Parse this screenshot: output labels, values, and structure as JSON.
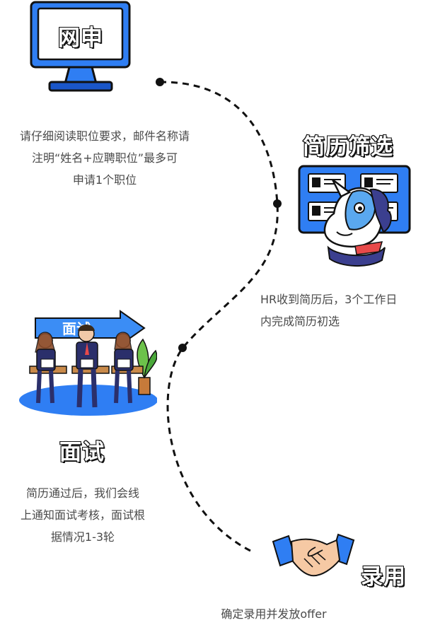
{
  "steps": [
    {
      "title": "网申",
      "desc_lines": [
        "请仔细阅读职位要求，邮件名称请",
        "注明“姓名+应聘职位”最多可",
        "申请1个职位"
      ],
      "icon": "monitor-icon"
    },
    {
      "title": "简历筛选",
      "desc_lines": [
        "HR收到简历后，3个工作日",
        "内完成简历初选"
      ],
      "icon": "resume-board-with-mascot-icon"
    },
    {
      "title": "面试",
      "sign_text": "面试",
      "desc_lines": [
        "简历通过后，我们会线",
        "上通知面试考核，面试根",
        "据情况1-3轮"
      ],
      "icon": "interview-candidates-icon"
    },
    {
      "title": "录用",
      "desc_lines": [
        "确定录用并发放offer"
      ],
      "icon": "handshake-icon"
    }
  ],
  "colors": {
    "blue": "#2f7ef3",
    "dark_blue": "#1a56c9",
    "line": "#111111",
    "text": "#4a4a4a"
  }
}
